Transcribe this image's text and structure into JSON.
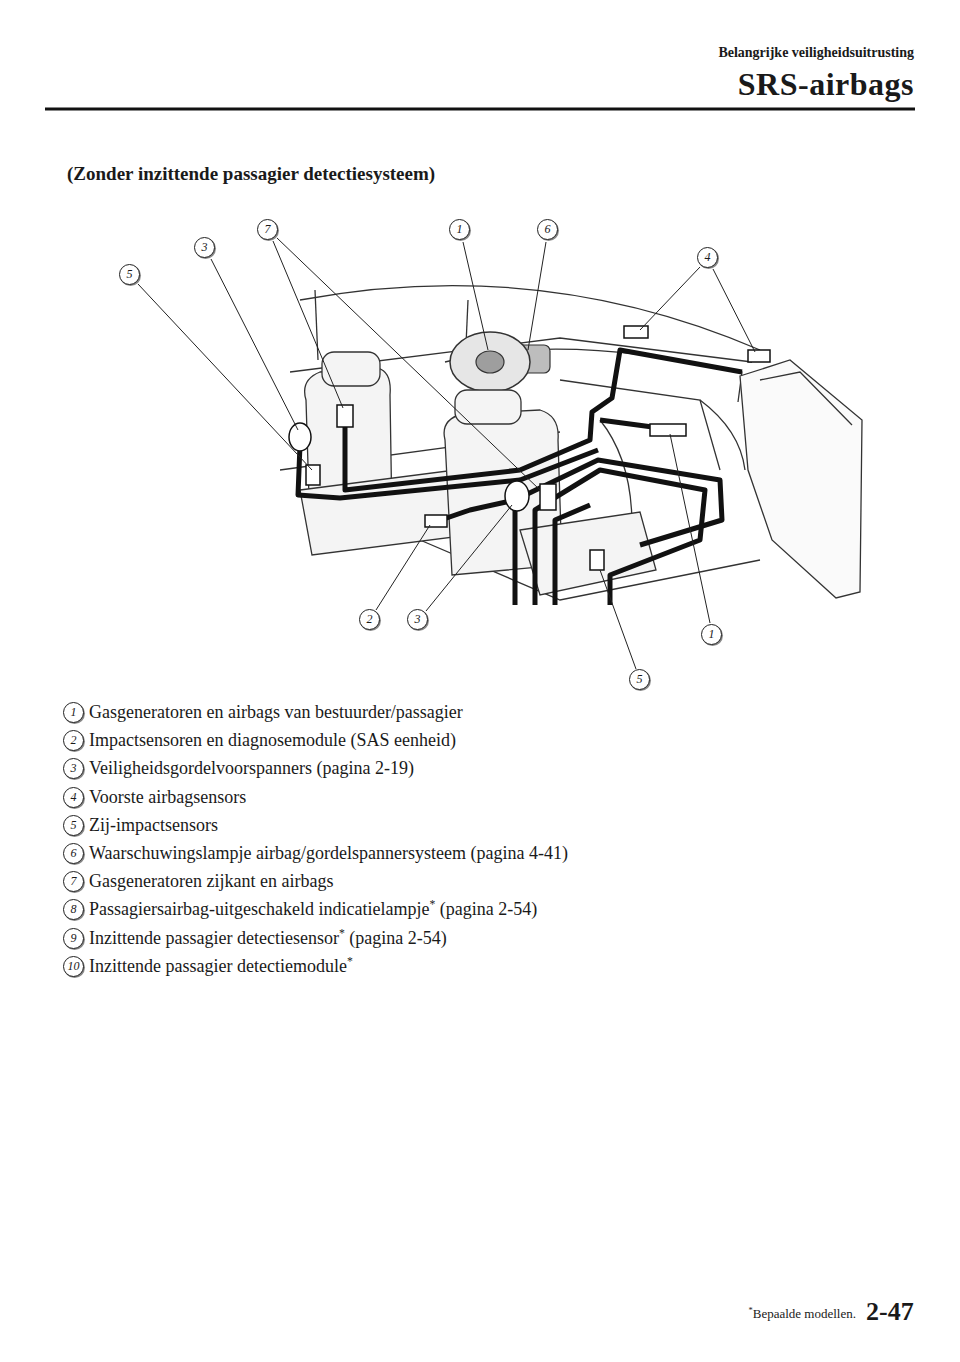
{
  "diagram": {
    "title": "SRS-airbags",
    "labels": [
      "Belangrijke veiligheidsuitrusting",
      "(Zonder inzittende passagier detectiesysteem)",
      "5",
      "3",
      "7",
      "1",
      "6",
      "4",
      "2",
      "3",
      "1",
      "5",
      "1",
      "Gasgeneratoren en airbags van bestuurder/passagier",
      "2",
      "Impactsensoren en diagnosemodule (SAS eenheid)",
      "3",
      "Veiligheidsgordelvoorspanners (pagina 2-19)",
      "4",
      "Voorste airbagsensors",
      "5",
      "Zij-impactsensors",
      "6",
      "Waarschuwingslampje airbag/gordelspannersysteem (pagina 4-41)",
      "7",
      "Gasgeneratoren zijkant en airbags",
      "8",
      "Passagiersairbag-uitgeschakeld indicatielampje* (pagina 2-54)",
      "9",
      "Inzittende passagier detectiesensor* (pagina 2-54)",
      "10",
      "Inzittende passagier detectiemodule*",
      "*Bepaalde modellen.",
      "2-47"
    ]
  }
}
